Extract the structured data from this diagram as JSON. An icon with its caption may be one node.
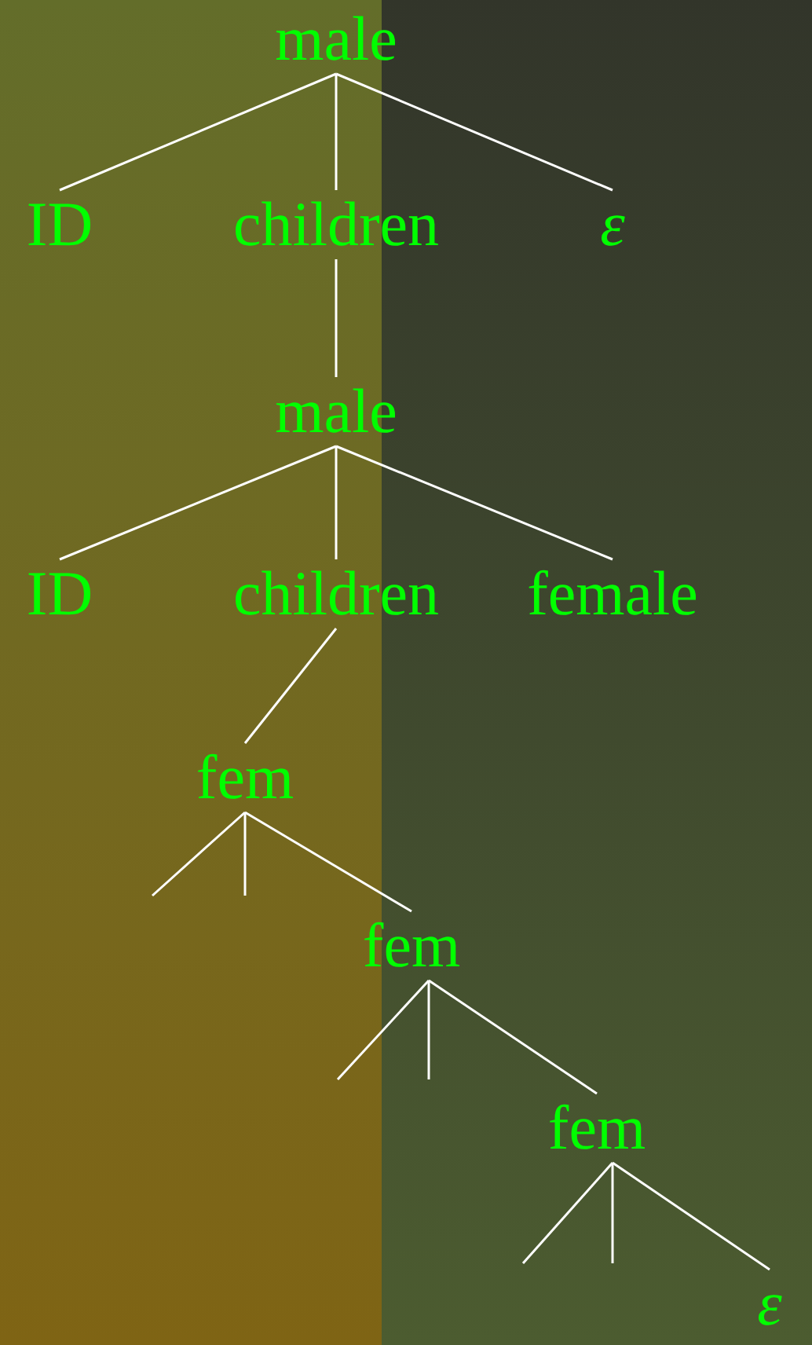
{
  "diagram": {
    "nodes": [
      {
        "text": [
          "male"
        ]
      },
      {
        "text": [
          "ID"
        ]
      },
      {
        "text": [
          "children"
        ]
      },
      {
        "text": [
          "ε"
        ]
      },
      {
        "text": [
          "male"
        ]
      },
      {
        "text": [
          "ID"
        ]
      },
      {
        "text": [
          "children"
        ]
      },
      {
        "text": [
          "female"
        ]
      },
      {
        "text": [
          "fem"
        ]
      },
      {
        "text": [
          "fem"
        ]
      },
      {
        "text": [
          "fem"
        ]
      },
      {
        "text": [
          "ε"
        ]
      }
    ],
    "edges": [
      {
        "from": 0,
        "to": 1,
        "arrow": "none"
      },
      {
        "from": 0,
        "to": 2,
        "arrow": "none"
      },
      {
        "from": 0,
        "to": 3,
        "arrow": "none"
      },
      {
        "from": 2,
        "to": 4,
        "arrow": "none"
      },
      {
        "from": 4,
        "to": 5,
        "arrow": "none"
      },
      {
        "from": 4,
        "to": 6,
        "arrow": "none"
      },
      {
        "from": 4,
        "to": 7,
        "arrow": "none"
      },
      {
        "from": 6,
        "to": 8,
        "arrow": "none"
      },
      {
        "from": 8,
        "to": null,
        "arrow": "none"
      },
      {
        "from": 8,
        "to": null,
        "arrow": "none"
      },
      {
        "from": 8,
        "to": 9,
        "arrow": "none"
      },
      {
        "from": 9,
        "to": null,
        "arrow": "none"
      },
      {
        "from": 9,
        "to": null,
        "arrow": "none"
      },
      {
        "from": 9,
        "to": 10,
        "arrow": "none"
      },
      {
        "from": 10,
        "to": null,
        "arrow": "none"
      },
      {
        "from": 10,
        "to": null,
        "arrow": "none"
      },
      {
        "from": 10,
        "to": 11,
        "arrow": "none"
      }
    ]
  }
}
